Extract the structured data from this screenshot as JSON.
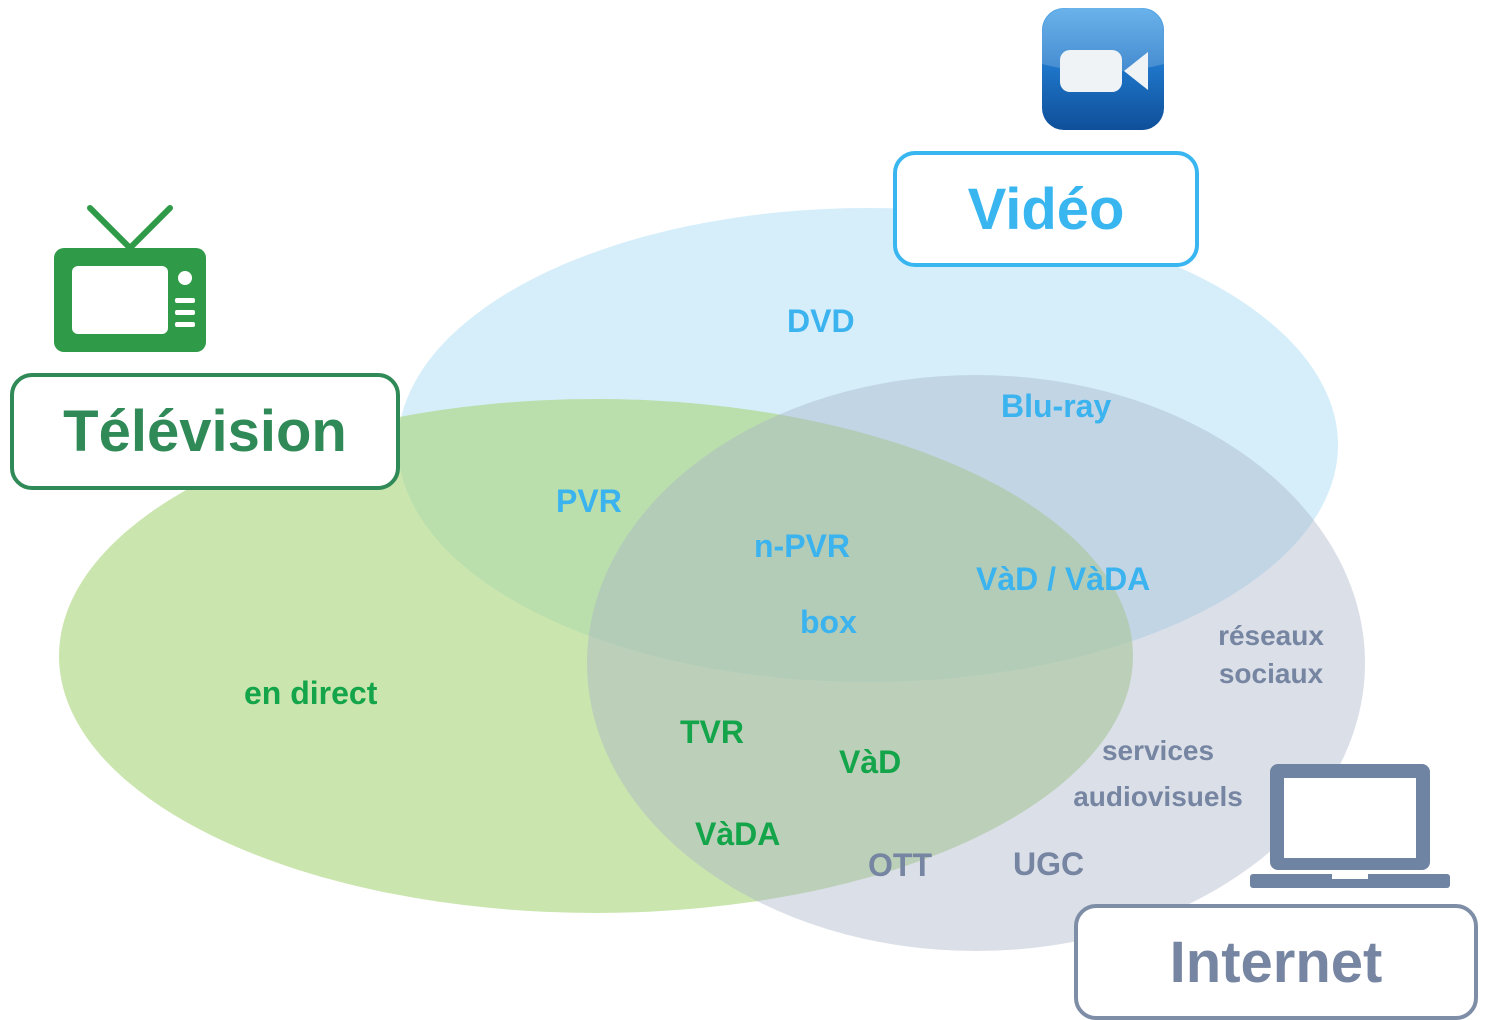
{
  "colors": {
    "television": "#2f9a47",
    "television_label": "#2f8a57",
    "video": "#39b6f0",
    "internet": "#7f8ea7",
    "green_text": "#14a44a",
    "blue_text": "#3ab3ee",
    "grey_text": "#7685a1",
    "tv_ellipse": "#b8dd8e",
    "video_ellipse": "#bfe5f8",
    "internet_ellipse": "#c4cad8"
  },
  "icons": {
    "television": "television-icon",
    "video": "video-camera-icon",
    "internet": "laptop-icon"
  },
  "categories": {
    "television": "Télévision",
    "video": "Vidéo",
    "internet": "Internet"
  },
  "terms": {
    "dvd": "DVD",
    "bluray": "Blu-ray",
    "pvr": "PVR",
    "npvr": "n-PVR",
    "vad_vada": "VàD / VàDA",
    "box": "box",
    "en_direct": "en direct",
    "tvr": "TVR",
    "vad": "VàD",
    "vada": "VàDA",
    "ott": "OTT",
    "ugc": "UGC",
    "reseaux_sociaux": [
      "réseaux",
      "sociaux"
    ],
    "services_audiovisuels": [
      "services",
      "audiovisuels"
    ]
  }
}
